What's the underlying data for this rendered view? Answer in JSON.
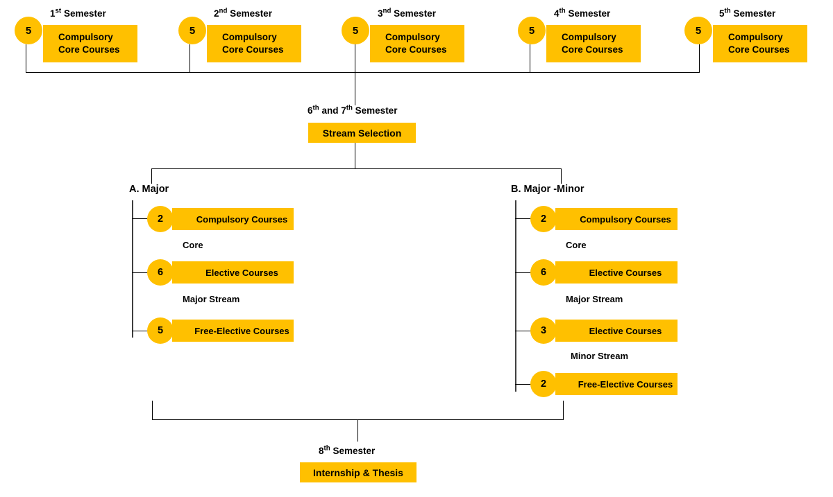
{
  "diagram": {
    "title": "Curriculum Structure Flowchart",
    "accent_color": "#FFC000",
    "line_color": "#000000",
    "text_color": "#000000",
    "background": "#FFFFFF"
  },
  "semesters": [
    {
      "caption_number": "1",
      "caption_ordinal": "st",
      "caption_word": "Semester",
      "credits": "5",
      "line1": "Compulsory",
      "line2": "Core Courses"
    },
    {
      "caption_number": "2",
      "caption_ordinal": "nd",
      "caption_word": "Semester",
      "credits": "5",
      "line1": "Compulsory",
      "line2": "Core Courses"
    },
    {
      "caption_number": "3",
      "caption_ordinal": "nd",
      "caption_word": "Semester",
      "credits": "5",
      "line1": "Compulsory",
      "line2": "Core Courses"
    },
    {
      "caption_number": "4",
      "caption_ordinal": "th",
      "caption_word": "Semester",
      "credits": "5",
      "line1": "Compulsory",
      "line2": "Core Courses"
    },
    {
      "caption_number": "5",
      "caption_ordinal": "th",
      "caption_word": "Semester",
      "credits": "5",
      "line1": "Compulsory",
      "line2": "Core Courses"
    }
  ],
  "stream_selection": {
    "caption_pre": "6",
    "caption_ord1": "th",
    "caption_mid": " and 7",
    "caption_ord2": "th",
    "caption_post": " Semester",
    "box_label": "Stream Selection"
  },
  "branches": [
    {
      "title": "A.  Major",
      "rows": [
        {
          "credits": "2",
          "label": "Compulsory  Courses",
          "sub": "Core"
        },
        {
          "credits": "6",
          "label": "Elective Courses",
          "sub": "Major Stream"
        },
        {
          "credits": "5",
          "label": "Free-Elective Courses",
          "sub": ""
        }
      ]
    },
    {
      "title": "B.  Major -Minor",
      "rows": [
        {
          "credits": "2",
          "label": "Compulsory  Courses",
          "sub": "Core"
        },
        {
          "credits": "6",
          "label": "Elective Courses",
          "sub": "Major Stream"
        },
        {
          "credits": "3",
          "label": "Elective Courses",
          "sub": "Minor Stream"
        },
        {
          "credits": "2",
          "label": "Free-Elective Courses",
          "sub": ""
        }
      ]
    }
  ],
  "final_semester": {
    "caption_number": "8",
    "caption_ordinal": "th",
    "caption_word": " Semester",
    "box_label": "Internship & Thesis"
  }
}
